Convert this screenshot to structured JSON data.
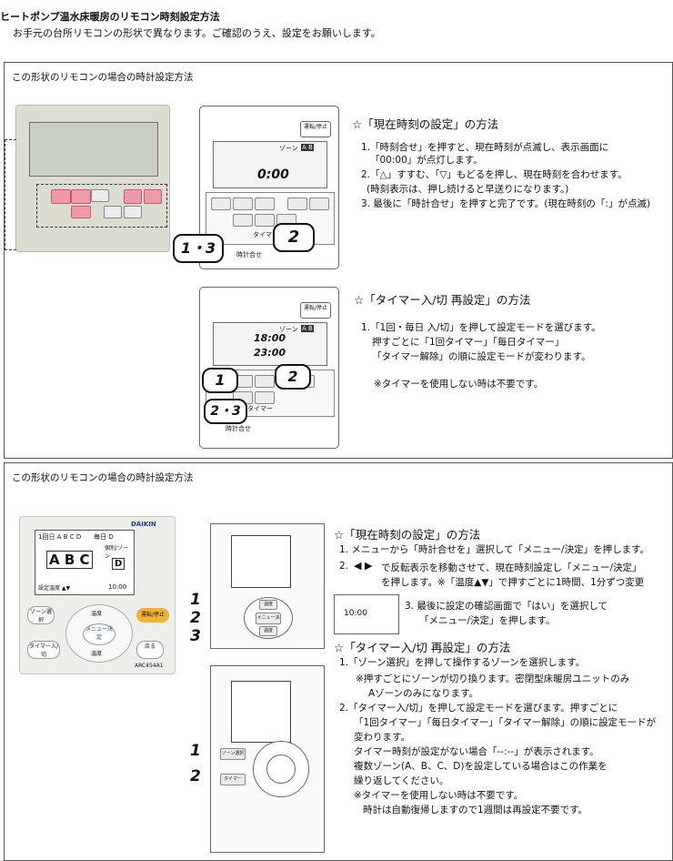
{
  "page": {
    "title": "ヒートポンプ温水床暖房のリモコン時刻設定方法",
    "subtitle": "お手元の台所リモコンの形状で異なります。ご確認のうえ、設定をお願いします。"
  },
  "section1": {
    "caption": "この形状のリモコンの場合の時計設定方法",
    "clock": {
      "heading": "☆「現在時刻の設定」の方法",
      "lines": [
        "1.「時刻合せ」を押すと、現在時刻が点滅し、表示画面に",
        "「00:00」が点灯します。",
        "2.「△」すすむ、「▽」もどるを押し、現在時刻を合わせます。",
        "(時刻表示は、押し続けると早送りになります。)",
        "3. 最後に「時計合せ」を押すと完了です。(現在時刻の「:」が点滅)"
      ]
    },
    "timer": {
      "heading": "☆「タイマー入/切 再設定」の方法",
      "lines": [
        "1.「1回・毎日 入/切」を押して設定モードを選びます。",
        "押すごとに「1回タイマー」「毎日タイマー」",
        "「タイマー解除」の順に設定モードが変わります。",
        "※タイマーを使用しない時は不要です。"
      ]
    },
    "remote_a": {
      "lcd_time": "0:00",
      "zone_label": "ゾーン",
      "zone_value": "A B",
      "top_button": "運転/停止",
      "timer_label": "タイマー",
      "clock_button": "時計合せ",
      "callout_left": "1・3",
      "callout_right": "2"
    },
    "remote_b": {
      "lcd_time_1": "18:00",
      "lcd_time_2": "23:00",
      "zone_label": "ゾーン",
      "zone_value": "A B",
      "top_button": "運転/停止",
      "timer_label": "タイマー",
      "clock_button": "時計合せ",
      "callout_1": "1",
      "callout_2": "2",
      "callout_3": "2・3"
    }
  },
  "section2": {
    "caption": "この形状のリモコンの場合の時計設定方法",
    "clock": {
      "heading": "☆「現在時刻の設定」の方法",
      "line1": "1. メニューから「時計合せを」選択して「メニュー/決定」を押します。",
      "line2_num": "2.",
      "line2_text": "で反転表示を移動させて、現在時刻設定し「メニュー/決定」",
      "line2b": "を押します。※「温度▲▼」で押すごとに1時間、1分ずつ変更",
      "line3": "3. 最後に設定の確認画面で「はい」を選択して",
      "line3b": "「メニュー/決定」を押します。",
      "mini_screen_time": "10:00",
      "callouts": [
        "1",
        "2",
        "3"
      ]
    },
    "timer": {
      "heading": "☆「タイマー入/切 再設定」の方法",
      "lines": [
        "1.「ゾーン選択」を押して操作するゾーンを選択します。",
        "※押すごとにゾーンが切り換ります。密閉型床暖房ユニットのみ",
        "Aゾーンのみになります。",
        "2.「タイマー入/切」を押して設定モードを選びます。押すごとに",
        "「1回タイマー」「毎日タイマー」「タイマー解除」の順に設定モードが",
        "変わります。",
        "タイマー時刻が設定がない場合「--:--」が表示されます。",
        "複数ゾーン(A、B、C、D)を設定している場合はこの作業を",
        "繰り返してください。",
        "※タイマーを使用しない時は不要です。",
        "時計は自動復帰しますので1週間は再設定不要です。"
      ],
      "callouts": [
        "1",
        "2"
      ]
    },
    "photo_remote": {
      "brand": "DAIKIN",
      "row1": "1回日 A B C D",
      "row1b": "毎日 D",
      "zone_big": "A B C",
      "zone_side": "D",
      "side_label": "個別/ゾーン",
      "temp_label": "設定温度 ▲▼",
      "time": "10:00",
      "btn_zone": "ゾーン選択",
      "btn_temp_up": "温度",
      "btn_run": "運転/停止",
      "btn_menu": "メニュー決定",
      "btn_timer": "タイマー入/切",
      "btn_temp_down": "温度",
      "btn_back": "戻る",
      "model": "ARC454A1"
    },
    "line_remote_top": {
      "btn_temp1": "温度",
      "btn_menu": "メニュー決定",
      "btn_temp2": "温度"
    },
    "line_remote_bottom": {
      "btn_zone": "ゾーン選択",
      "btn_timer": "タイマー入/切"
    }
  }
}
